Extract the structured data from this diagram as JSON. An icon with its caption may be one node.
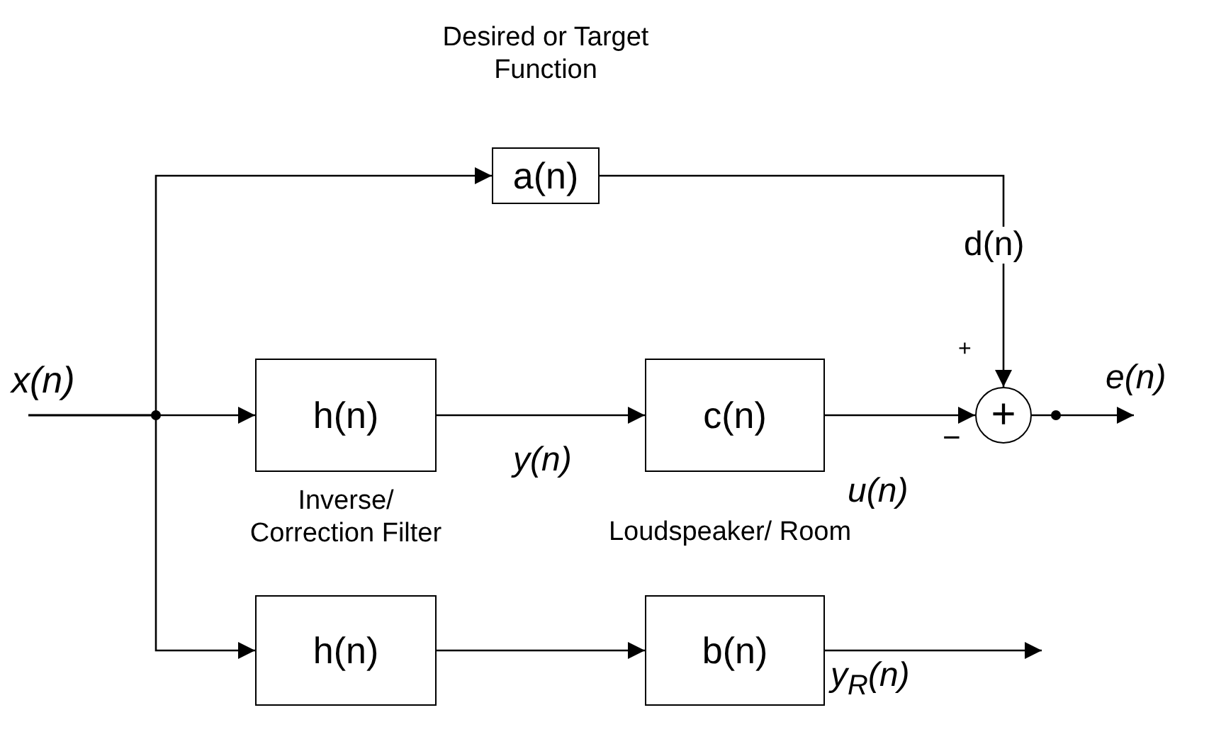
{
  "diagram": {
    "nodes": [
      {
        "text": [
          "a(n)"
        ],
        "beside": [
          "Desired or Target Function"
        ]
      },
      {
        "text": [
          "h(n)"
        ],
        "beside": [
          "Inverse/ Correction Filter"
        ]
      },
      {
        "text": [
          "c(n)"
        ],
        "beside": [
          "Loudspeaker/ Room"
        ]
      },
      {
        "text": [
          "+"
        ]
      },
      {
        "text": [
          "h(n)"
        ]
      },
      {
        "text": [
          "b(n)"
        ]
      }
    ],
    "edges": [
      {
        "from": null,
        "to": 0,
        "arrow": "to"
      },
      {
        "from": null,
        "to": 1,
        "arrow": "to"
      },
      {
        "from": null,
        "to": 4,
        "arrow": "to"
      },
      {
        "from": 0,
        "to": 3,
        "arrow": "to",
        "label": "d(n)"
      },
      {
        "from": 1,
        "to": 2,
        "arrow": "to",
        "label": "y(n)"
      },
      {
        "from": 2,
        "to": 3,
        "arrow": "to",
        "label": "u(n)"
      },
      {
        "from": 3,
        "to": null,
        "arrow": "to",
        "label": "e(n)"
      },
      {
        "from": 4,
        "to": 5,
        "arrow": "to"
      },
      {
        "from": 5,
        "to": null,
        "arrow": "to",
        "label": "y$_{R}$(n)"
      }
    ],
    "labels": [
      "x(n)",
      "+",
      "−"
    ]
  }
}
